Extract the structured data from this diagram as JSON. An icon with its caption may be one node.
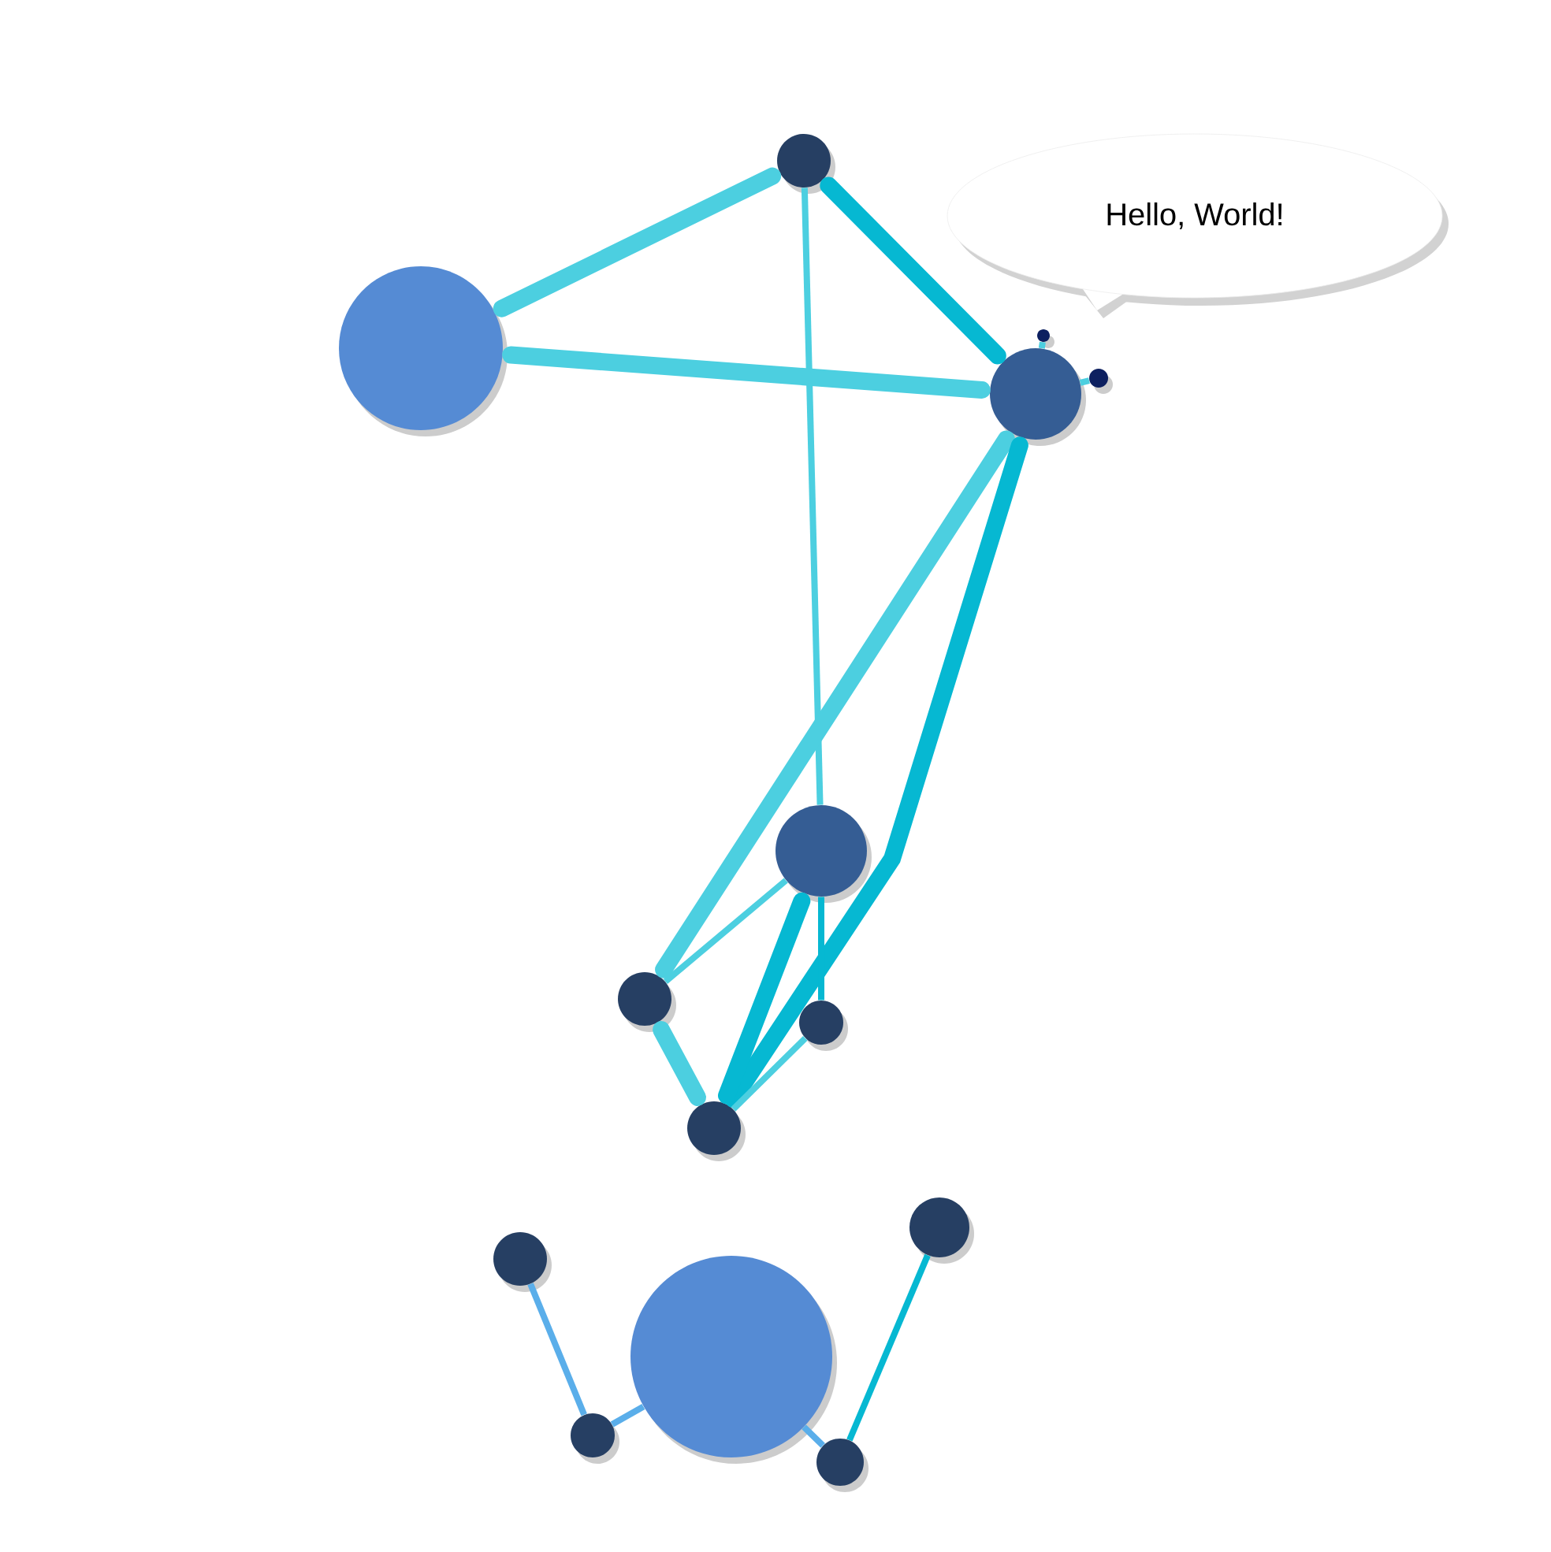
{
  "diagram": {
    "nodes": [
      {
        "text": [],
        "shape": "circle"
      },
      {
        "text": [],
        "shape": "circle"
      },
      {
        "text": [],
        "shape": "circle"
      },
      {
        "text": [],
        "shape": "circle"
      },
      {
        "text": [],
        "shape": "circle"
      },
      {
        "text": [],
        "shape": "circle"
      },
      {
        "text": [],
        "shape": "circle"
      },
      {
        "text": [],
        "shape": "circle"
      },
      {
        "text": [],
        "shape": "circle"
      },
      {
        "text": [],
        "shape": "circle"
      },
      {
        "text": [],
        "shape": "circle"
      },
      {
        "text": [],
        "shape": "circle"
      },
      {
        "text": [],
        "shape": "circle"
      },
      {
        "text": [],
        "shape": "circle"
      },
      {
        "text": [
          "Hello, World!"
        ]
      }
    ],
    "edges": [
      {
        "from": 0,
        "to": 1,
        "arrow": "none",
        "style": "thick"
      },
      {
        "from": 0,
        "to": 2,
        "arrow": "none",
        "style": "thick",
        "color": "#06b8d2"
      },
      {
        "from": 0,
        "to": 3,
        "arrow": "none"
      },
      {
        "from": 1,
        "to": 2,
        "arrow": "none",
        "style": "thick"
      },
      {
        "from": 2,
        "to": 4,
        "arrow": "none",
        "style": "thick"
      },
      {
        "from": 2,
        "to": 6,
        "arrow": "none",
        "style": "thick",
        "color": "#06b8d2"
      },
      {
        "from": 2,
        "to": 12,
        "arrow": "none"
      },
      {
        "from": 2,
        "to": 13,
        "arrow": "none"
      },
      {
        "from": 3,
        "to": 4,
        "arrow": "none"
      },
      {
        "from": 3,
        "to": 5,
        "arrow": "none",
        "color": "#06b8d2"
      },
      {
        "from": 3,
        "to": 6,
        "arrow": "none",
        "style": "thick",
        "color": "#06b8d2"
      },
      {
        "from": 4,
        "to": 6,
        "arrow": "none",
        "style": "thick"
      },
      {
        "from": 5,
        "to": 6,
        "arrow": "none"
      },
      {
        "from": 7,
        "to": 10,
        "arrow": "none",
        "color": "#5aaeea"
      },
      {
        "from": 10,
        "to": 8,
        "arrow": "none",
        "color": "#5aaeea"
      },
      {
        "from": 8,
        "to": 11,
        "arrow": "none",
        "color": "#5aaeea"
      },
      {
        "from": 9,
        "to": 11,
        "arrow": "none",
        "color": "#06b8d2"
      }
    ]
  }
}
